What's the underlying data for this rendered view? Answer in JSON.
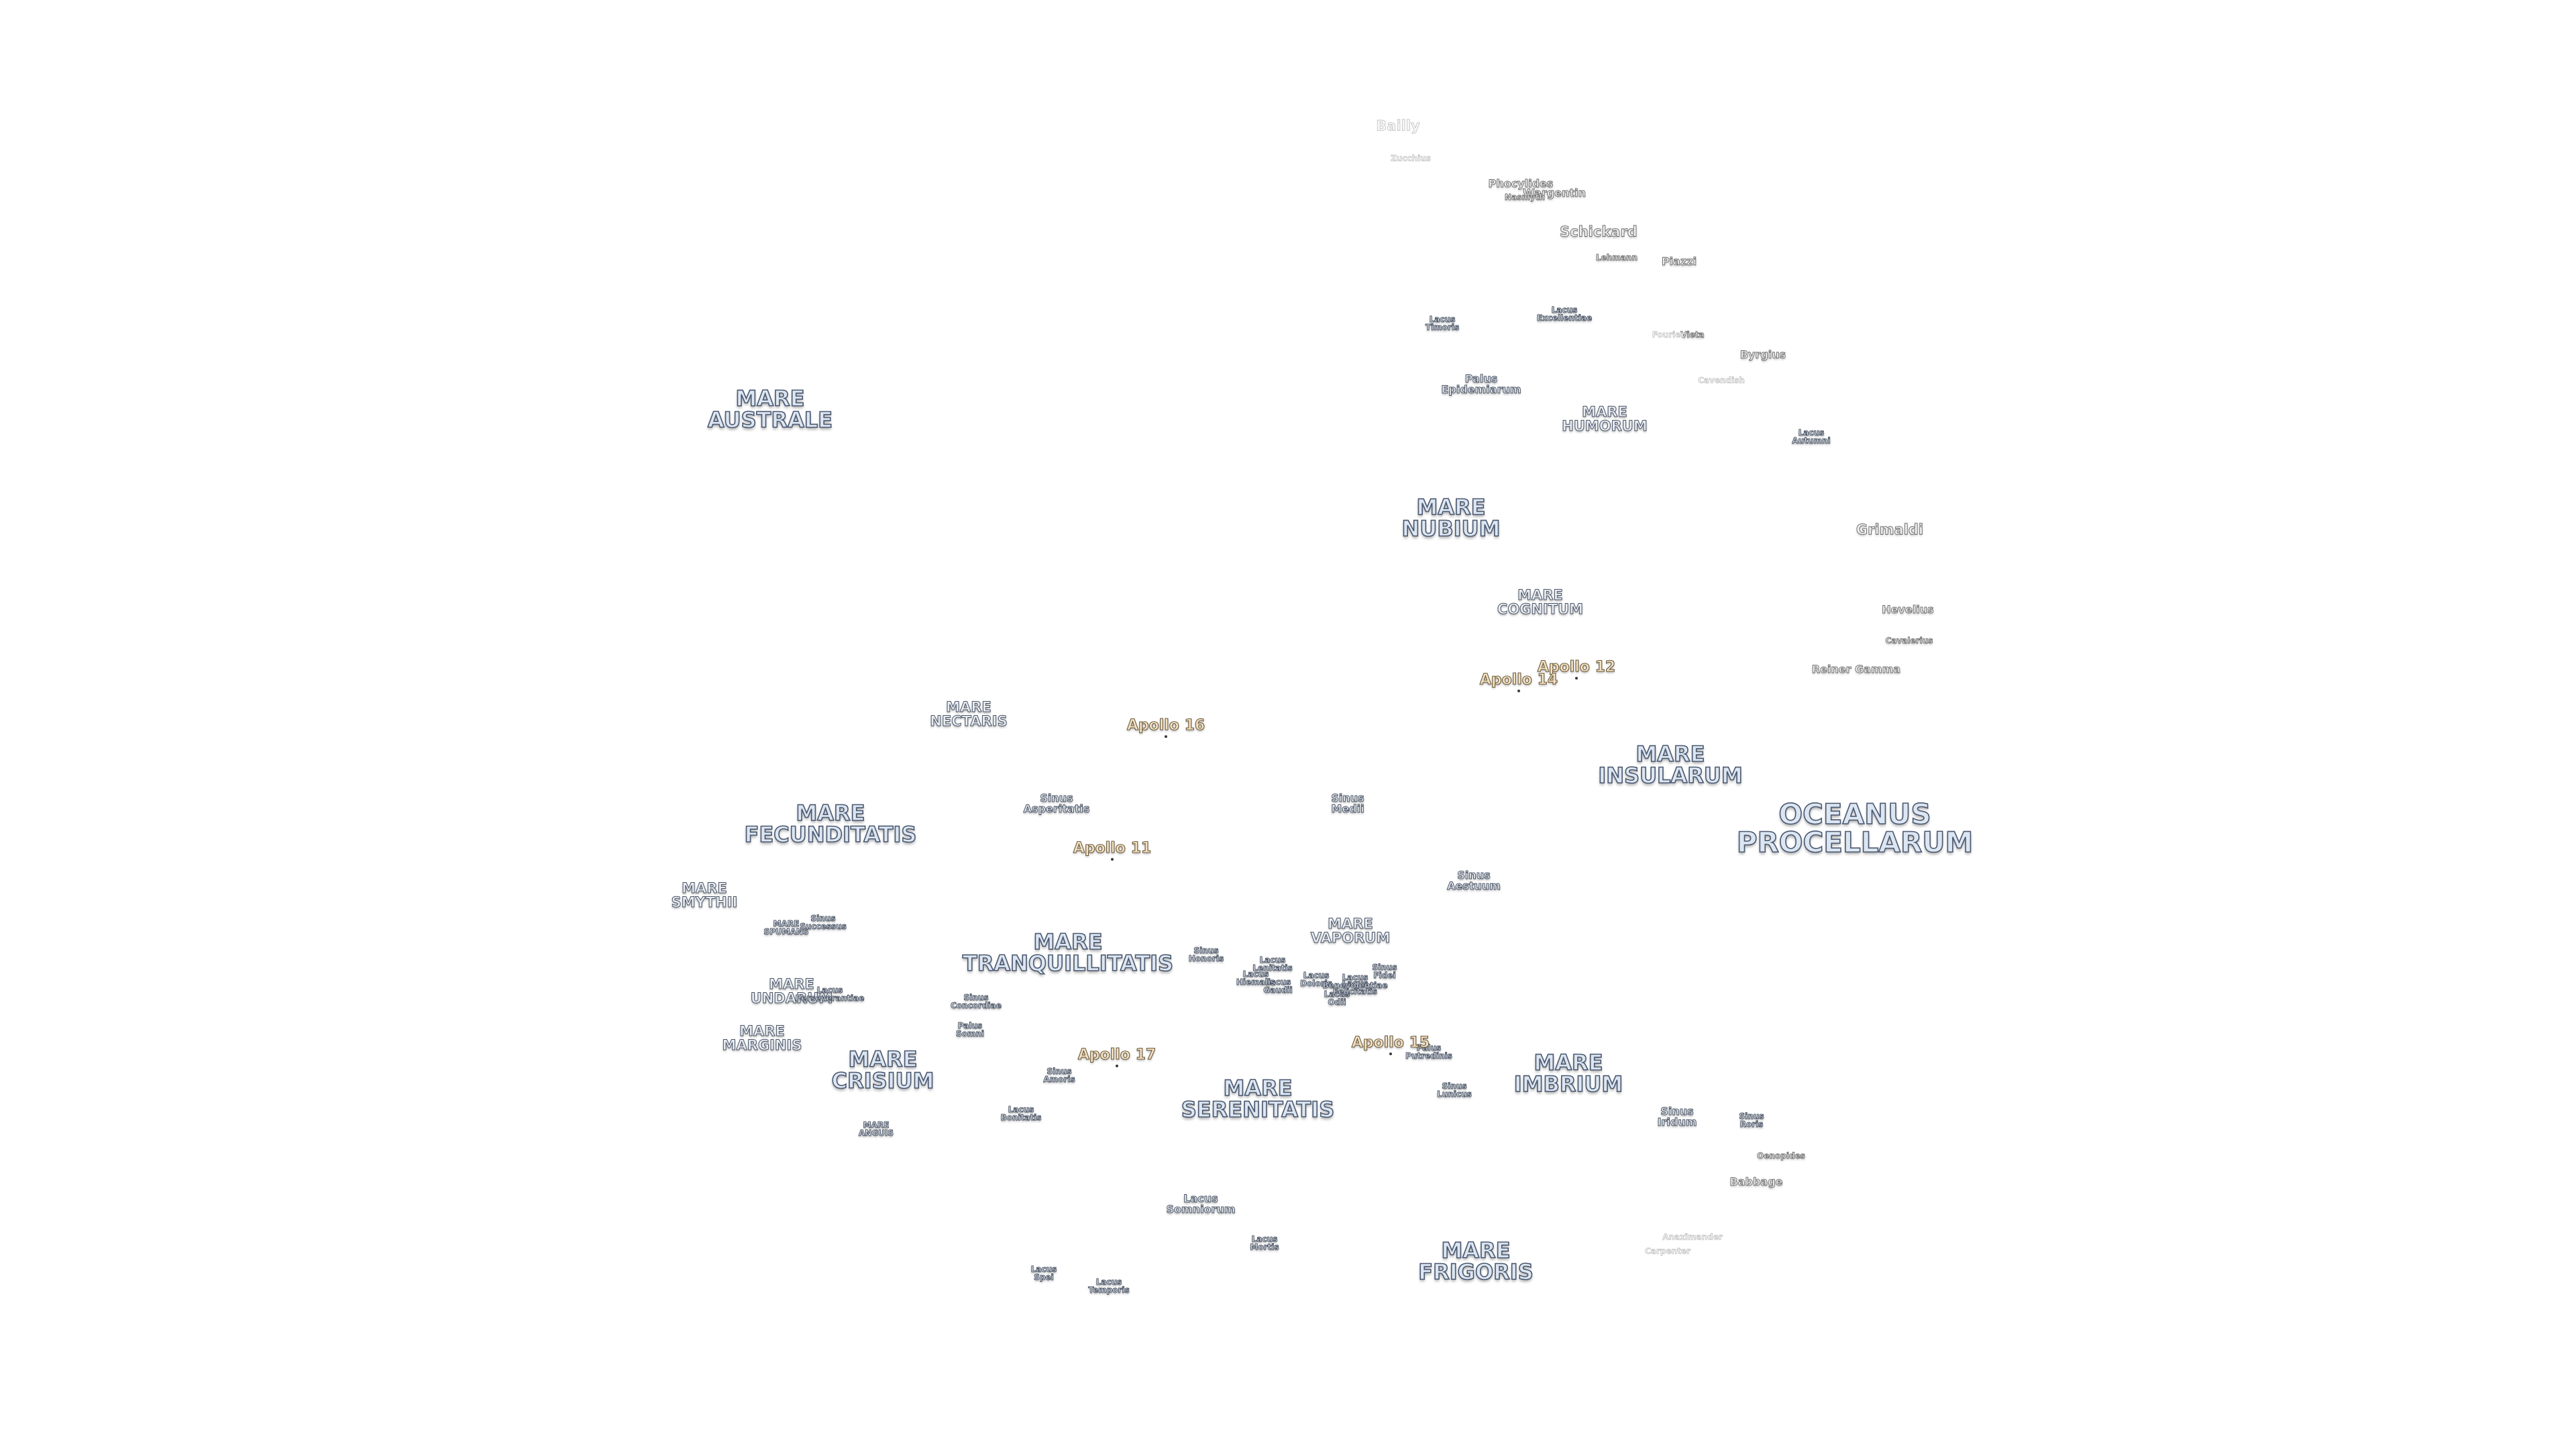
{
  "map": {
    "labels": [
      {
        "id": "oceanus-procellarum",
        "text": "OCEANUS\nPROCELLARUM",
        "kind": "mare"
      },
      {
        "id": "mare-australe",
        "text": "MARE\nAUSTRALE",
        "kind": "mare"
      },
      {
        "id": "mare-fecunditatis",
        "text": "MARE\nFECUNDITATIS",
        "kind": "mare"
      },
      {
        "id": "mare-tranquillitatis",
        "text": "MARE\nTRANQUILLITATIS",
        "kind": "mare"
      },
      {
        "id": "mare-imbrium",
        "text": "MARE\nIMBRIUM",
        "kind": "mare"
      },
      {
        "id": "mare-frigoris",
        "text": "MARE\nFRIGORIS",
        "kind": "mare"
      },
      {
        "id": "mare-nubium",
        "text": "MARE\nNUBIUM",
        "kind": "mare"
      },
      {
        "id": "mare-crisium",
        "text": "MARE\nCRISIUM",
        "kind": "mare"
      },
      {
        "id": "mare-serenitatis",
        "text": "MARE\nSERENITATIS",
        "kind": "mare"
      },
      {
        "id": "mare-insularum",
        "text": "MARE\nINSULARUM",
        "kind": "mare"
      },
      {
        "id": "mare-humorum",
        "text": "MARE\nHUMORUM",
        "kind": "mare-s"
      },
      {
        "id": "mare-nectaris",
        "text": "MARE\nNECTARIS",
        "kind": "mare-s"
      },
      {
        "id": "mare-smythii",
        "text": "MARE\nSMYTHII",
        "kind": "mare-s"
      },
      {
        "id": "mare-marginis",
        "text": "MARE\nMARGINIS",
        "kind": "mare-s"
      },
      {
        "id": "mare-cognitum",
        "text": "MARE\nCOGNITUM",
        "kind": "mare-s"
      },
      {
        "id": "mare-vaporum",
        "text": "MARE\nVAPORUM",
        "kind": "mare-s"
      },
      {
        "id": "mare-undarum",
        "text": "MARE\nUNDARUM",
        "kind": "mare-s"
      },
      {
        "id": "mare-spumans",
        "text": "MARE\nSPUMANS",
        "kind": "feat-xs"
      },
      {
        "id": "mare-anguis",
        "text": "MARE\nANGUIS",
        "kind": "feat-xs"
      },
      {
        "id": "sinus-asperitatis",
        "text": "Sinus\nAsperitatis",
        "kind": "feat-s"
      },
      {
        "id": "sinus-medii",
        "text": "Sinus\nMedii",
        "kind": "feat-s"
      },
      {
        "id": "sinus-aestuum",
        "text": "Sinus\nAestuum",
        "kind": "feat-s"
      },
      {
        "id": "sinus-iridum",
        "text": "Sinus\nIridum",
        "kind": "feat-s"
      },
      {
        "id": "sinus-roris",
        "text": "Sinus\nRoris",
        "kind": "feat-xs"
      },
      {
        "id": "sinus-amoris",
        "text": "Sinus\nAmoris",
        "kind": "feat-xs"
      },
      {
        "id": "sinus-concordiae",
        "text": "Sinus\nConcordiae",
        "kind": "feat-xs"
      },
      {
        "id": "sinus-successus",
        "text": "Sinus\nSuccessus",
        "kind": "feat-xs"
      },
      {
        "id": "sinus-honoris",
        "text": "Sinus\nHonoris",
        "kind": "feat-xs"
      },
      {
        "id": "sinus-lunicus",
        "text": "Sinus\nLunicus",
        "kind": "feat-xs"
      },
      {
        "id": "sinus-fidei",
        "text": "Sinus\nFidei",
        "kind": "feat-xs"
      },
      {
        "id": "palus-epidemiarum",
        "text": "Palus\nEpidemiarum",
        "kind": "feat-s"
      },
      {
        "id": "palus-putredinis",
        "text": "Palus\nPutredinis",
        "kind": "feat-xs"
      },
      {
        "id": "palus-somni",
        "text": "Palus\nSomni",
        "kind": "feat-xs"
      },
      {
        "id": "lacus-somniorum",
        "text": "Lacus\nSomniorum",
        "kind": "feat-s"
      },
      {
        "id": "lacus-mortis",
        "text": "Lacus\nMortis",
        "kind": "feat-xs"
      },
      {
        "id": "lacus-temporis",
        "text": "Lacus\nTemporis",
        "kind": "feat-xs"
      },
      {
        "id": "lacus-spei",
        "text": "Lacus\nSpei",
        "kind": "feat-xs"
      },
      {
        "id": "lacus-bonitatis",
        "text": "Lacus\nBonitatis",
        "kind": "feat-xs"
      },
      {
        "id": "lacus-timoris",
        "text": "Lacus\nTimoris",
        "kind": "feat-xs"
      },
      {
        "id": "lacus-excellentiae",
        "text": "Lacus\nExcellentiae",
        "kind": "feat-xs"
      },
      {
        "id": "lacus-autumni",
        "text": "Lacus\nAutumni",
        "kind": "feat-xs"
      },
      {
        "id": "lacus-perseverantiae",
        "text": "Lacus\nPerseverantiae",
        "kind": "feat-xs"
      },
      {
        "id": "lacus-doloris",
        "text": "Lacus\nDoloris",
        "kind": "feat-xs"
      },
      {
        "id": "lacus-gaudii",
        "text": "Lacus\nGaudii",
        "kind": "feat-xs"
      },
      {
        "id": "lacus-hiemalis",
        "text": "Lacus\nHiemalis",
        "kind": "feat-xs"
      },
      {
        "id": "lacus-lenitatis",
        "text": "Lacus\nLenitatis",
        "kind": "feat-xs"
      },
      {
        "id": "lacus-odii",
        "text": "Lacus\nOdii",
        "kind": "feat-xs"
      },
      {
        "id": "lacus-felicitatis",
        "text": "Lacus\nFelicitatis",
        "kind": "feat-xs"
      },
      {
        "id": "lacus-benevolentiae",
        "text": "Lacus\nBenevolentiae",
        "kind": "feat-xs"
      },
      {
        "id": "grimaldi",
        "text": "Grimaldi",
        "kind": "crater-m"
      },
      {
        "id": "schickard",
        "text": "Schickard",
        "kind": "crater-m"
      },
      {
        "id": "bailly",
        "text": "Bailly",
        "kind": "faint-m"
      },
      {
        "id": "babbage",
        "text": "Babbage",
        "kind": "crater-s"
      },
      {
        "id": "hevelius",
        "text": "Hevelius",
        "kind": "crater-s"
      },
      {
        "id": "cavalerius",
        "text": "Cavalerius",
        "kind": "crater-xs"
      },
      {
        "id": "reiner-gamma",
        "text": "Reiner Gamma",
        "kind": "crater-s"
      },
      {
        "id": "byrgius",
        "text": "Byrgius",
        "kind": "crater-s"
      },
      {
        "id": "piazzi",
        "text": "Piazzi",
        "kind": "crater-s"
      },
      {
        "id": "phocylides",
        "text": "Phocylides",
        "kind": "crater-s"
      },
      {
        "id": "wargentin",
        "text": "Wargentin",
        "kind": "crater-s"
      },
      {
        "id": "nasmyth",
        "text": "Nasmyth",
        "kind": "crater-xs"
      },
      {
        "id": "lehmann",
        "text": "Lehmann",
        "kind": "crater-xs"
      },
      {
        "id": "vieta",
        "text": "Vieta",
        "kind": "crater-xs"
      },
      {
        "id": "fourier",
        "text": "Fourier",
        "kind": "faint-xs"
      },
      {
        "id": "cavendish",
        "text": "Cavendish",
        "kind": "faint-xs"
      },
      {
        "id": "oenopides",
        "text": "Oenopides",
        "kind": "crater-xs"
      },
      {
        "id": "anaximander",
        "text": "Anaximander",
        "kind": "faint-xs"
      },
      {
        "id": "carpenter",
        "text": "Carpenter",
        "kind": "faint-xs"
      },
      {
        "id": "zucchius",
        "text": "Zucchius",
        "kind": "faint-xs"
      },
      {
        "id": "apollo-11",
        "text": "Apollo 11",
        "kind": "apollo"
      },
      {
        "id": "apollo-12",
        "text": "Apollo 12",
        "kind": "apollo"
      },
      {
        "id": "apollo-14",
        "text": "Apollo 14",
        "kind": "apollo"
      },
      {
        "id": "apollo-15",
        "text": "Apollo 15",
        "kind": "apollo"
      },
      {
        "id": "apollo-16",
        "text": "Apollo 16",
        "kind": "apollo"
      },
      {
        "id": "apollo-17",
        "text": "Apollo 17",
        "kind": "apollo"
      }
    ]
  }
}
